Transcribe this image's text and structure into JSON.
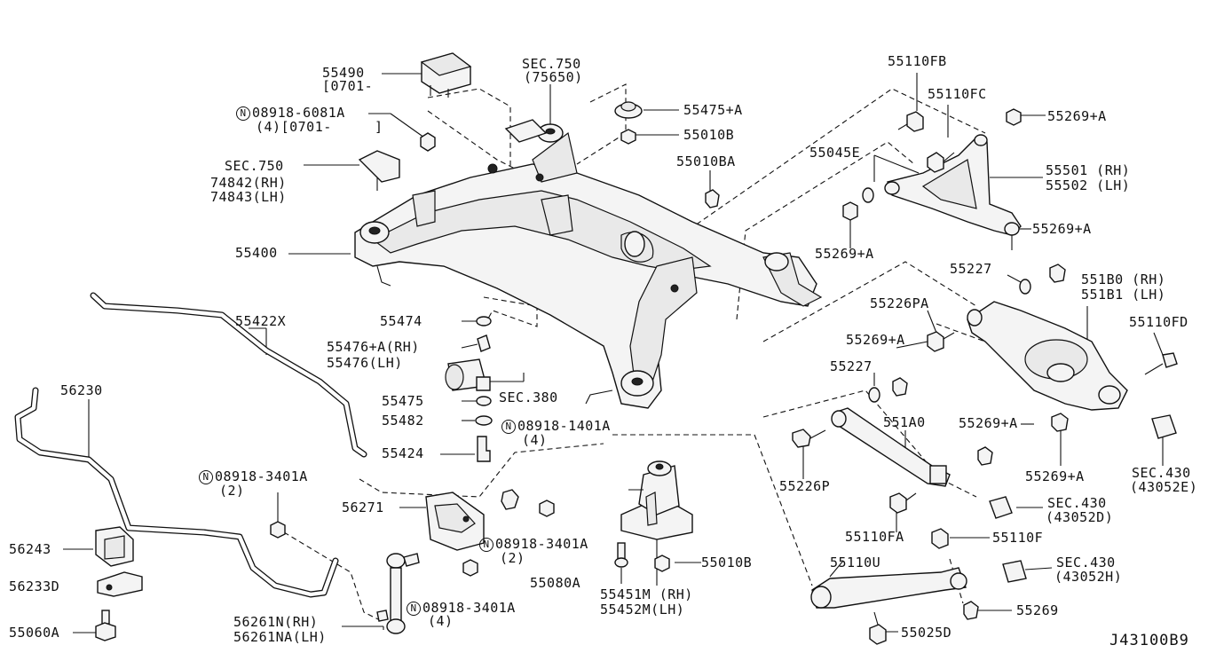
{
  "diagram_code": "J43100B9",
  "labels": {
    "p55490": "55490",
    "p55490_note": "[0701-",
    "p08918_6081A": "08918-6081A",
    "p08918_6081A_note": "(4)[0701-",
    "p08918_6081A_close": "]",
    "sec750_a": "SEC.750",
    "sec750_a_sub": "(75650)",
    "sec750_b": "SEC.750",
    "sec750_b_rh": "74842(RH)",
    "sec750_b_lh": "74843(LH)",
    "p55475A": "55475+A",
    "p55010B_top": "55010B",
    "p55010BA": "55010BA",
    "p55400": "55400",
    "p55422X": "55422X",
    "p55474": "55474",
    "p55476A": "55476+A(RH)",
    "p55476": "55476(LH)",
    "p55475": "55475",
    "sec380": "SEC.380",
    "p55482": "55482",
    "p55424": "55424",
    "p08918_1401A": "08918-1401A",
    "p08918_1401A_qty": "(4)",
    "p56230": "56230",
    "p08918_3401A_a": "08918-3401A",
    "p08918_3401A_a_qty": "(2)",
    "p56271": "56271",
    "p08918_3401A_b": "08918-3401A",
    "p08918_3401A_b_qty": "(2)",
    "p08918_3401A_c": "08918-3401A",
    "p08918_3401A_c_qty": "(4)",
    "p56243": "56243",
    "p56233D": "56233D",
    "p55060A": "55060A",
    "p56261N": "56261N(RH)",
    "p56261NA": "56261NA(LH)",
    "p55080A": "55080A",
    "p55451M": "55451M (RH)",
    "p55452M": "55452M(LH)",
    "p55010B_bot": "55010B",
    "p55110FB": "55110FB",
    "p55110FC": "55110FC",
    "p55269A_1": "55269+A",
    "p55045E": "55045E",
    "p55501": "55501 (RH)",
    "p55502": "55502 (LH)",
    "p55269A_2": "55269+A",
    "p55269A_3": "55269+A",
    "p55227_a": "55227",
    "p551B0": "551B0 (RH)",
    "p551B1": "551B1 (LH)",
    "p55226PA": "55226PA",
    "p55110FD": "55110FD",
    "p55269A_4": "55269+A",
    "p55227_b": "55227",
    "p551A0": "551A0",
    "p55269A_5": "55269+A",
    "p55226P": "55226P",
    "p55269A_6": "55269+A",
    "sec430_a": "SEC.430",
    "sec430_a_sub": "(43052E)",
    "sec430_b": "SEC.430",
    "sec430_b_sub": "(43052D)",
    "p55110FA": "55110FA",
    "p55110F": "55110F",
    "p55110U": "55110U",
    "sec430_c": "SEC.430",
    "sec430_c_sub": "(43052H)",
    "p55269": "55269",
    "p55025D": "55025D"
  },
  "symbols": {
    "nut_symbol": "N"
  }
}
